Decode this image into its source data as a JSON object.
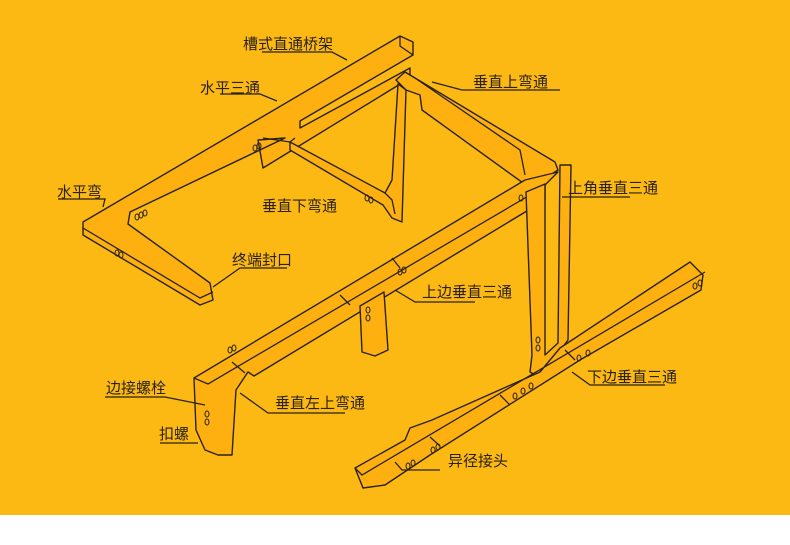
{
  "colors": {
    "background": "#FDB913",
    "line": "#2a2218",
    "footer": "#ffffff"
  },
  "labels": {
    "straight_tray": "槽式直通桥架",
    "horizontal_tee": "水平三通",
    "vertical_up_bend": "垂直上弯通",
    "horizontal_bend": "水平弯",
    "vertical_down_bend": "垂直下弯通",
    "upper_corner_vertical_tee": "上角垂直三通",
    "end_cap": "终端封口",
    "upper_side_vertical_tee": "上边垂直三通",
    "connecting_bolt": "边接螺栓",
    "vertical_left_up_bend": "垂直左上弯通",
    "clasp_nut": "扣螺",
    "lower_side_vertical_tee": "下边垂直三通",
    "reducer": "异径接头"
  }
}
